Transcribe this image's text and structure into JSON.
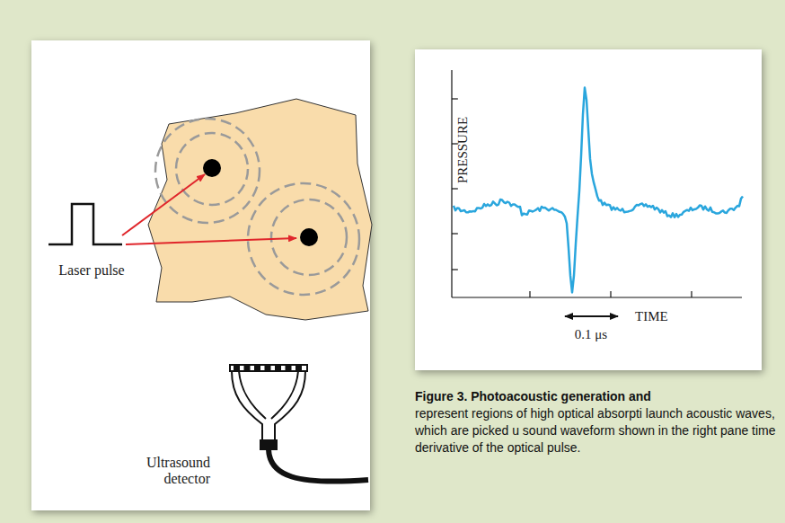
{
  "diagram": {
    "title": "Figure 3. Photoacoustic generation and",
    "caption": "represent regions of high optical absorpti launch acoustic waves, which are picked u sound waveform shown in the right pane time derivative of the optical pulse.",
    "labels": [
      "Laser pulse",
      "Ultrasound detector",
      "PRESSURE",
      "TIME",
      "0.1 μs"
    ]
  }
}
